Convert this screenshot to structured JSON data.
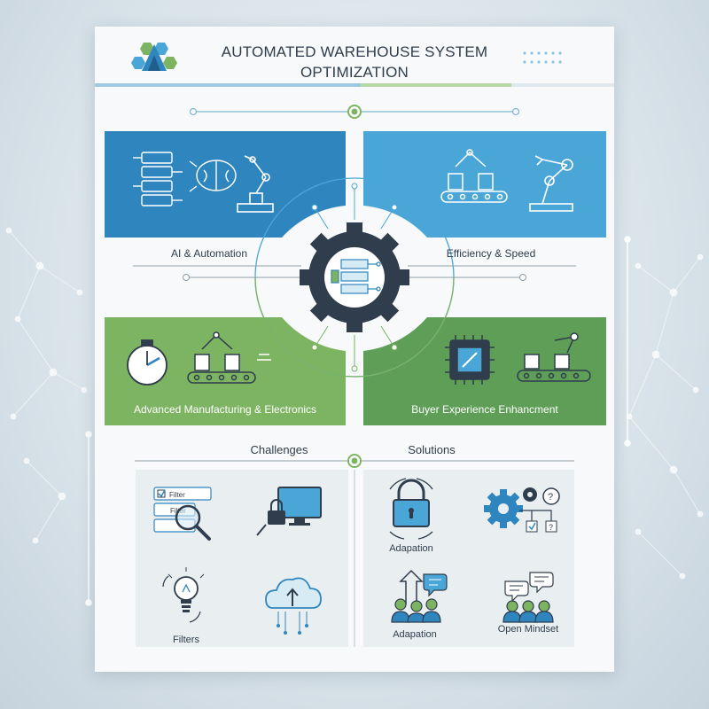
{
  "header": {
    "title_line1": "AUTOMATED WAREHOUSE SYSTEM",
    "title_line2": "OPTIMIZATION"
  },
  "quadrants": [
    {
      "label": "AI & Automation",
      "color": "#2f86bf"
    },
    {
      "label": "Efficiency & Speed",
      "color": "#4aa6d6"
    },
    {
      "label": "Advanced Manufacturing & Electronics",
      "color": "#7db461"
    },
    {
      "label": "Buyer Experience Enhancment",
      "color": "#5e9e57"
    }
  ],
  "center_icon": "gear-circuit-icon",
  "bottom": {
    "challenges_title": "Challenges",
    "solutions_title": "Solutions",
    "challenges": [
      {
        "icon": "filter-magnifier-icon",
        "label": "",
        "mini_texts": [
          "Filter",
          "Filter"
        ]
      },
      {
        "icon": "monitor-lock-icon",
        "label": ""
      },
      {
        "icon": "lightbulb-icon",
        "label": "Filters"
      },
      {
        "icon": "cloud-upload-icon",
        "label": ""
      }
    ],
    "solutions": [
      {
        "icon": "padlock-icon",
        "label": "Adapation"
      },
      {
        "icon": "gears-question-icon",
        "label": ""
      },
      {
        "icon": "people-arrow-icon",
        "label": "Adapation"
      },
      {
        "icon": "team-chat-icon",
        "label": "Open Mindset"
      }
    ]
  },
  "colors": {
    "dark_blue": "#2f86bf",
    "light_blue": "#4aa6d6",
    "green": "#7db461",
    "dark_green": "#5e9e57",
    "gear": "#2f3d4c"
  }
}
